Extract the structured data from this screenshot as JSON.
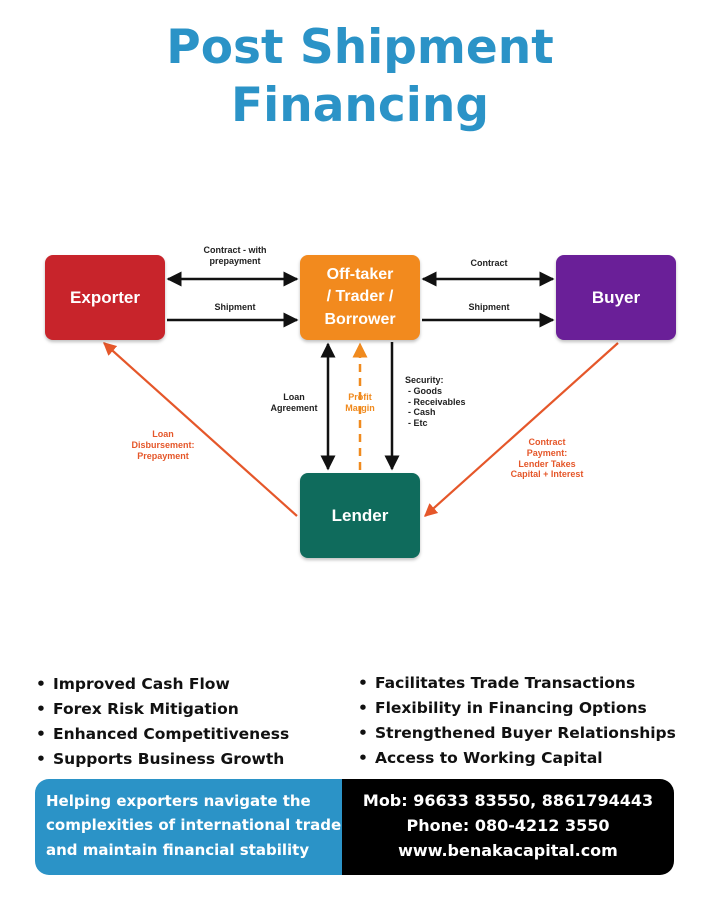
{
  "title": {
    "line1": "Post Shipment",
    "line2": "Financing"
  },
  "nodes": {
    "exporter": "Exporter",
    "offtaker": [
      "Off-taker",
      "/ Trader /",
      "Borrower"
    ],
    "buyer": "Buyer",
    "lender": "Lender"
  },
  "flows": {
    "contract_with_prepayment": [
      "Contract - with",
      "prepayment"
    ],
    "shipment_left": "Shipment",
    "contract": "Contract",
    "shipment_right": "Shipment",
    "loan_agreement": [
      "Loan",
      "Agreement"
    ],
    "profit_margin": [
      "Profit",
      "Margin"
    ],
    "security": [
      "Security:",
      "- Goods",
      "- Receivables",
      "- Cash",
      "- Etc"
    ],
    "loan_disbursement": [
      "Loan",
      "Disbursement:",
      "Prepayment"
    ],
    "contract_payment": [
      "Contract",
      "Payment:",
      "Lender Takes",
      "Capital + Interest"
    ]
  },
  "benefits": {
    "left": [
      "Improved Cash Flow",
      "Forex Risk Mitigation",
      "Enhanced Competitiveness",
      "Supports Business Growth"
    ],
    "right": [
      "Facilitates Trade Transactions",
      "Flexibility in Financing Options",
      "Strengthened Buyer Relationships",
      "Access to Working Capital"
    ]
  },
  "footer": {
    "tagline": [
      "Helping exporters navigate the",
      "complexities of international trade",
      "and maintain financial stability"
    ],
    "mob": "Mob: 96633 83550, 8861794443",
    "phone": "Phone: 080-4212 3550",
    "website": "www.benakacapital.com"
  },
  "colors": {
    "title": "#2b93c7",
    "exporter": "#c8242b",
    "offtaker": "#f28a1e",
    "buyer": "#6a1f98",
    "lender": "#0f6b5c",
    "red_arrow": "#e5572a",
    "footer_left": "#2b93c7",
    "footer_right": "#000000"
  }
}
